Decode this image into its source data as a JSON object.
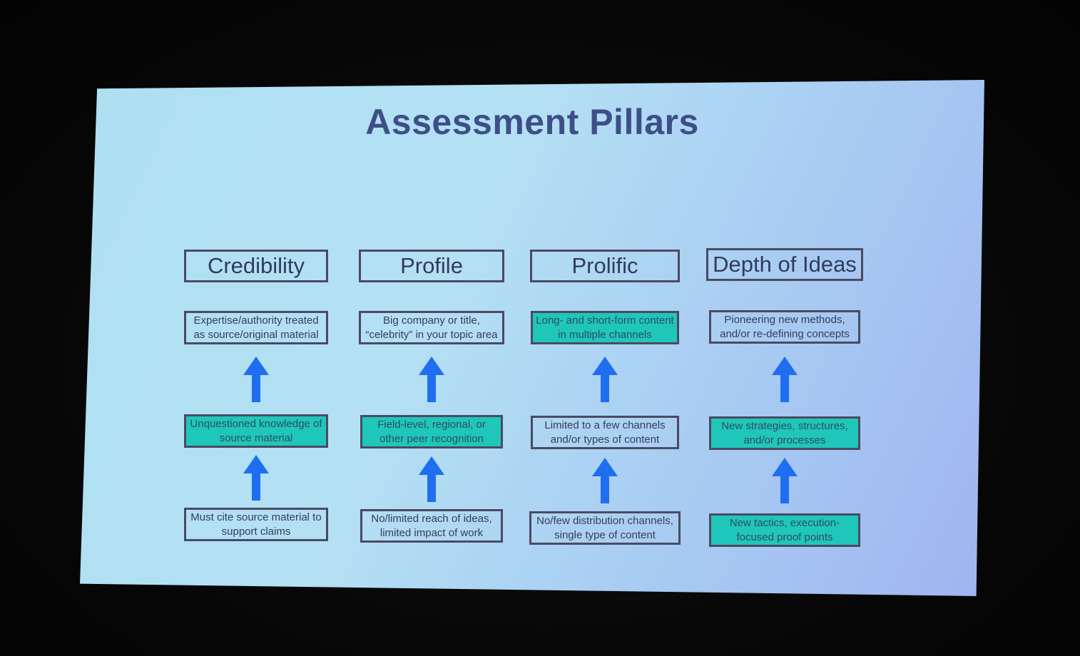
{
  "slide": {
    "title": "Assessment Pillars"
  },
  "colors": {
    "title": "#3d4f86",
    "box_border": "#4b4a62",
    "highlight": "#1fc7ba",
    "arrow": "#1f6ef0"
  },
  "pillars": [
    {
      "title": "Credibility",
      "top": {
        "text": "Expertise/authority treated as source/original material",
        "highlighted": false
      },
      "middle": {
        "text": "Unquestioned knowledge of source material",
        "highlighted": true
      },
      "bottom": {
        "text": "Must cite source material to support claims",
        "highlighted": false
      }
    },
    {
      "title": "Profile",
      "top": {
        "text": "Big company or title, “celebrity” in your topic area",
        "highlighted": false
      },
      "middle": {
        "text": "Field-level, regional, or other peer recognition",
        "highlighted": true
      },
      "bottom": {
        "text": "No/limited reach of ideas, limited impact of work",
        "highlighted": false
      }
    },
    {
      "title": "Prolific",
      "top": {
        "text": "Long- and short-form content in multiple channels",
        "highlighted": true
      },
      "middle": {
        "text": "Limited to a few channels and/or types of content",
        "highlighted": false
      },
      "bottom": {
        "text": "No/few distribution channels, single type of content",
        "highlighted": false
      }
    },
    {
      "title": "Depth of Ideas",
      "top": {
        "text": "Pioneering new methods, and/or re-defining concepts",
        "highlighted": false
      },
      "middle": {
        "text": "New strategies, structures, and/or processes",
        "highlighted": true
      },
      "bottom": {
        "text": "New tactics, execution-focused proof points",
        "highlighted": true
      }
    }
  ]
}
